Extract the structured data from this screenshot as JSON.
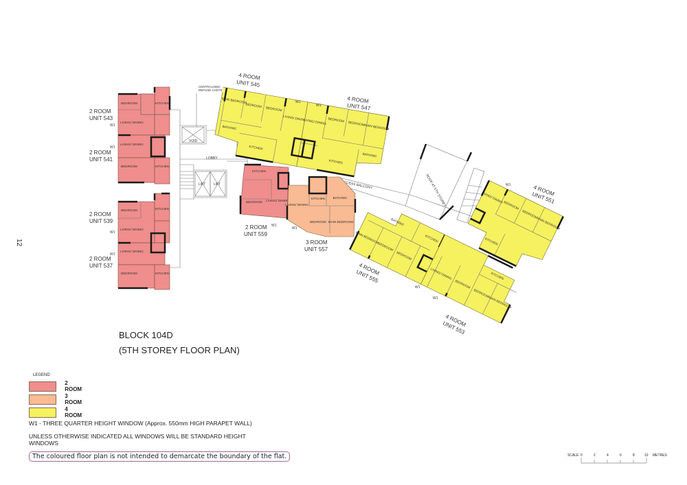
{
  "page_number": "12",
  "title": {
    "block": "BLOCK 104D",
    "floor": "(5TH  STOREY FLOOR PLAN)"
  },
  "colors": {
    "two_room": "#ef8e8c",
    "three_room": "#f8bb93",
    "four_room": "#f6f15f"
  },
  "legend": {
    "heading": "LEGEND",
    "items": [
      {
        "label": "2  ROOM",
        "color": "#ef8e8c"
      },
      {
        "label": "3 ROOM",
        "color": "#f8bb93"
      },
      {
        "label": "4 ROOM",
        "color": "#f6f15f"
      }
    ],
    "w1_note": "W1 - THREE QUARTER HEIGHT WINDOW (Approx. 550mm HIGH PARAPET WALL)",
    "standard_note": "UNLESS OTHERWISE INDICATED ALL WINDOWS WILL BE STANDARD HEIGHT WINDOWS",
    "disclaimer": "The coloured floor plan is not intended to demarcate the boundary of the flat."
  },
  "scale": {
    "label": "SCALE",
    "ticks": [
      "0",
      "2",
      "4",
      "6",
      "8",
      "10"
    ],
    "unit": "METRES"
  },
  "common": {
    "refuse": "CENTRALISED REFUSE CHUTE",
    "void": "VOID",
    "lobby": "LOBBY",
    "lift": "LIFT",
    "access_balcony": "ACCESS     BALCONY",
    "roof": "ROOF AT 5TH STOREY",
    "w1": "W1"
  },
  "rooms": {
    "bedroom": "BEDROOM",
    "main_bedroom": "MAIN BEDROOM",
    "kitchen": "KITCHEN",
    "living": "LIVING/ DINING",
    "bath": "BATH/WC"
  },
  "units": {
    "u543": {
      "type": "2 ROOM",
      "unit": "UNIT 543"
    },
    "u541": {
      "type": "2 ROOM",
      "unit": "UNIT 541"
    },
    "u539": {
      "type": "2 ROOM",
      "unit": "UNIT 539"
    },
    "u537": {
      "type": "2 ROOM",
      "unit": "UNIT 537"
    },
    "u545": {
      "type": "4 ROOM",
      "unit": "UNIT 545"
    },
    "u547": {
      "type": "4 ROOM",
      "unit": "UNIT 547"
    },
    "u559": {
      "type": "2 ROOM",
      "unit": "UNIT 559"
    },
    "u557": {
      "type": "3 ROOM",
      "unit": "UNIT 557"
    },
    "u551": {
      "type": "4 ROOM",
      "unit": "UNIT 551"
    },
    "u555": {
      "type": "4 ROOM",
      "unit": "UNIT 555"
    },
    "u553": {
      "type": "4 ROOM",
      "unit": "UNIT 553"
    }
  }
}
